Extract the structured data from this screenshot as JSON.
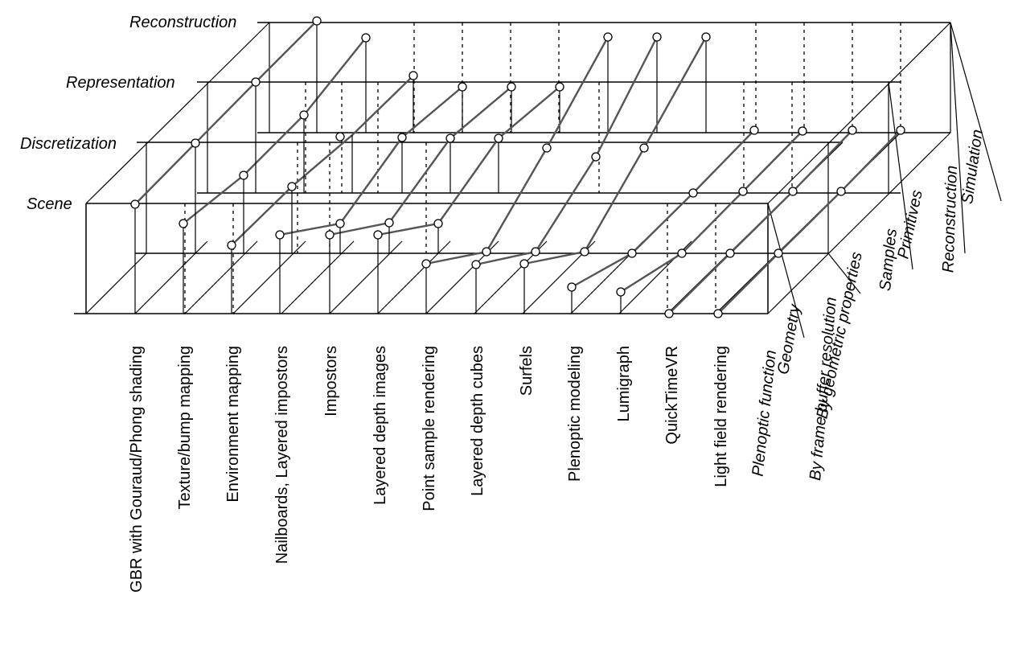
{
  "levels": [
    "Scene",
    "Discretization",
    "Representation",
    "Reconstruction"
  ],
  "techniques": [
    "GBR with Gouraud/Phong shading",
    "Texture/bump mapping",
    "Environment mapping",
    "Nailboards, Layered impostors",
    "Impostors",
    "Layered depth images",
    "Point sample rendering",
    "Layered depth cubes",
    "Surfels",
    "Plenoptic modeling",
    "Lumigraph",
    "QuickTimeVR",
    "Light field rendering"
  ],
  "scene_axis": [
    "Plenoptic function",
    "Geometry"
  ],
  "discretization_axis": [
    "By frame buffer resolution",
    "By geometric properties"
  ],
  "representation_axis": [
    "Samples",
    "Primitives"
  ],
  "reconstruction_axis": [
    "Reconstruction",
    "Simulation"
  ]
}
